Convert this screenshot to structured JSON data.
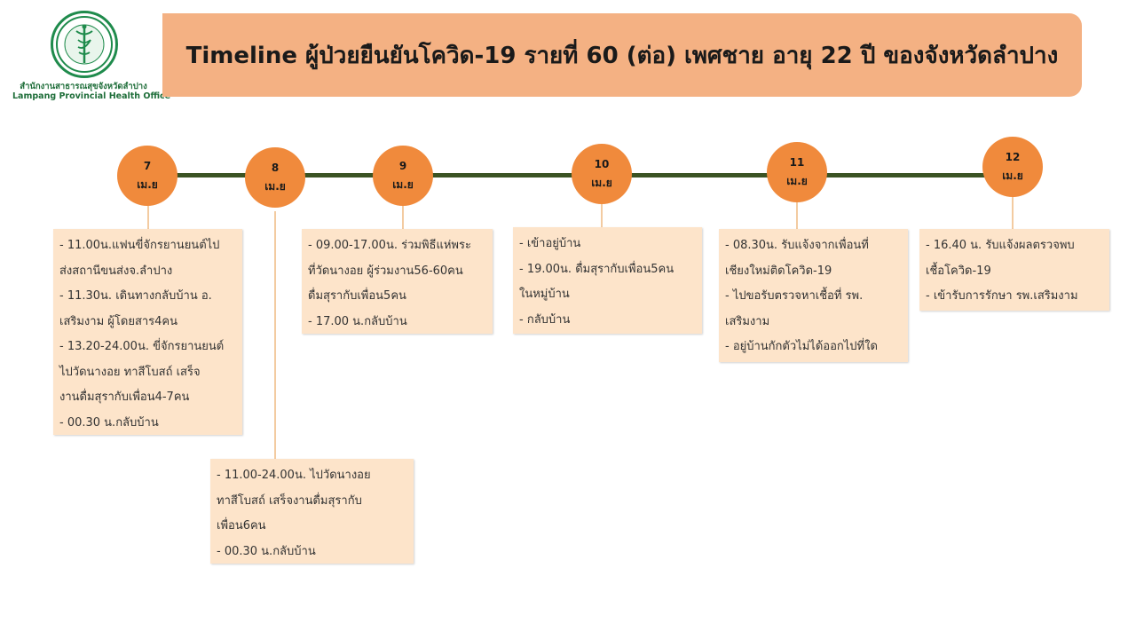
{
  "header": {
    "logo_name_th": "สำนักงานสาธารณสุขจังหวัดลำปาง",
    "logo_name_en": "Lampang Provincial Health Office",
    "title": "Timeline ผู้ป่วยยืนยันโควิด-19 รายที่ 60 (ต่อ) เพศชาย อายุ 22 ปี ของจังหวัดลำปาง"
  },
  "colors": {
    "banner": "#f4b183",
    "node": "#f08a3c",
    "timeline": "#3b5323",
    "card": "#fde4ca",
    "connector": "#f3cba1"
  },
  "timeline": [
    {
      "day": "7",
      "month": "เม.ย",
      "events": [
        "- 11.00น.แฟนขี่จักรยานยนต์ไป",
        "ส่งสถานีขนส่งจ.ลำปาง",
        "- 11.30น. เดินทางกลับบ้าน อ.",
        "เสริมงาม ผู้โดยสาร4คน",
        "- 13.20-24.00น. ขี่จักรยานยนต์",
        "ไปวัดนางอย ทาสีโบสถ์ เสร็จ",
        "งานดื่มสุรากับเพื่อน4-7คน",
        "- 00.30 น.กลับบ้าน"
      ]
    },
    {
      "day": "8",
      "month": "เม.ย",
      "events": [
        " - 11.00-24.00น. ไปวัดนางอย",
        "ทาสีโบสถ์ เสร็จงานดื่มสุรากับ",
        "เพื่อน6คน",
        " - 00.30 น.กลับบ้าน"
      ]
    },
    {
      "day": "9",
      "month": "เม.ย",
      "events": [
        "- 09.00-17.00น. ร่วมพิธีแห่พระ",
        "ที่วัดนางอย ผู้ร่วมงาน56-60คน",
        "ดื่มสุรากับเพื่อน5คน",
        "- 17.00 น.กลับบ้าน"
      ]
    },
    {
      "day": "10",
      "month": "เม.ย",
      "events": [
        "- เข้าอยู่บ้าน",
        "- 19.00น. ดื่มสุรากับเพื่อน5คน",
        "ในหมู่บ้าน",
        "- กลับบ้าน"
      ]
    },
    {
      "day": "11",
      "month": "เม.ย",
      "events": [
        "- 08.30น. รับแจ้งจากเพื่อนที่",
        "เชียงใหม่ติดโควิด-19",
        "- ไปขอรับตรวจหาเชื้อที่ รพ.",
        "เสริมงาม",
        "- อยู่บ้านกักตัวไม่ได้ออกไปที่ใด"
      ]
    },
    {
      "day": "12",
      "month": "เม.ย",
      "events": [
        "- 16.40 น. รับแจ้งผลตรวจพบ",
        "เชื้อโควิด-19",
        "- เข้ารับการรักษา รพ.เสริมงาม"
      ]
    }
  ]
}
